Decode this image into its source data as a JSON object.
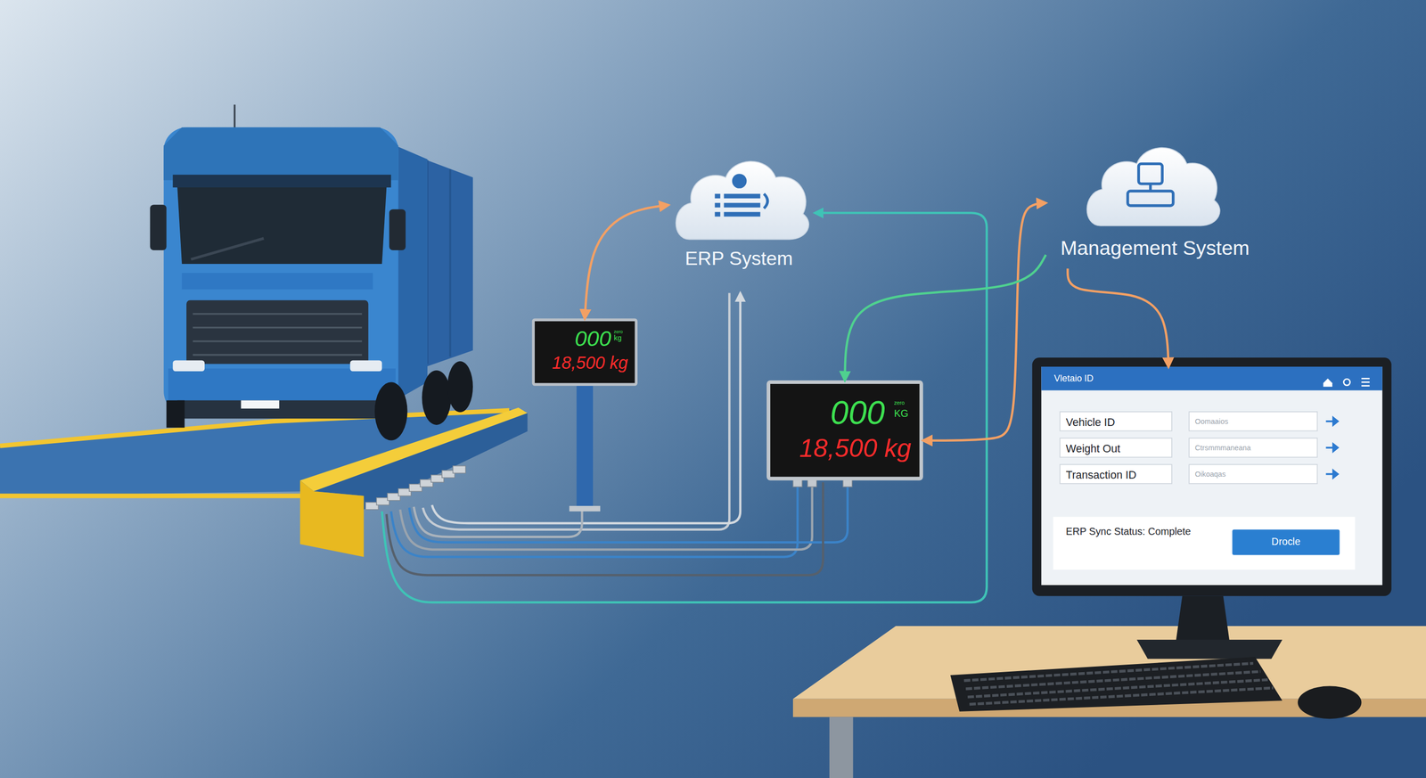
{
  "diagram": {
    "nodes": [
      {
        "text": [
          "ERP System"
        ]
      },
      {
        "text": [
          "Management System"
        ]
      },
      {
        "text": [
          "000",
          "zero",
          "kg",
          "18,500 kg"
        ]
      },
      {
        "text": [
          "000",
          "zero",
          "KG",
          "18,500 kg"
        ]
      },
      {
        "text": [
          "Vletaio ID"
        ]
      },
      {
        "text": [
          "Vehicle ID"
        ],
        "in": 4
      },
      {
        "text": [
          "Oomaaios"
        ],
        "in": 4
      },
      {
        "text": [
          "Weight Out"
        ],
        "in": 4
      },
      {
        "text": [
          "Ctrsmmmaneana"
        ],
        "in": 4
      },
      {
        "text": [
          "Transaction ID"
        ],
        "in": 4
      },
      {
        "text": [
          "Oikoaqas"
        ],
        "in": 4
      },
      {
        "text": [
          "ERP Sync Status: Complete"
        ],
        "in": 4
      },
      {
        "text": [
          "Drocle"
        ],
        "in": 11
      }
    ],
    "edges": [
      {
        "from": 2,
        "to": 0,
        "arrow": "both"
      },
      {
        "from": 3,
        "to": 1,
        "arrow": "both"
      },
      {
        "from": 1,
        "to": 4,
        "arrow": "to"
      },
      {
        "from": 1,
        "to": 3,
        "arrow": "to"
      }
    ]
  }
}
